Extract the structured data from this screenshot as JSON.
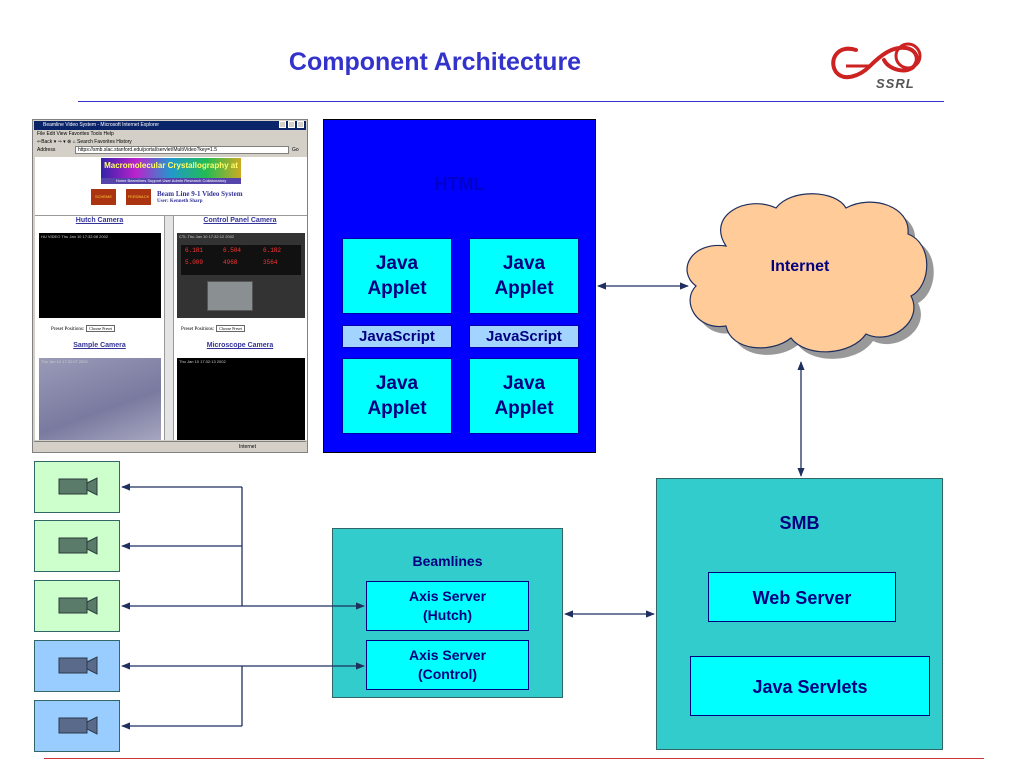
{
  "header": {
    "title": "Component Architecture",
    "logo_text": "SSRL"
  },
  "browser": {
    "window_title": "Beamline Video System - Microsoft Internet Explorer",
    "menu": "File  Edit  View  Favorites  Tools  Help",
    "toolbar": "⇐Back ▾ ⇒ ▾ ⊗ ⌂  Search  Favorites  History",
    "address_label": "Address",
    "address": "https://smb.slac.stanford.edu/portal/servlet/MultiVideo?key=1.5",
    "go_label": "Go",
    "banner": "Macromolecular Crystallography at SSRL",
    "nav_links": "Home  Beamlines  Support  User Admin  Research  Collaboratory",
    "badge_1": "SCHEME",
    "badge_2": "FEEDBACK",
    "page_heading": "Beam Line 9-1 Video System",
    "page_user": "User: Kenneth Sharp",
    "cameras": [
      {
        "title": "Hutch Camera",
        "stamp": "HU VIDEO  Thu Jan 10 17:32:08 2002"
      },
      {
        "title": "Control Panel Camera",
        "stamp": "CTL  Thu Jan 10 17:32:12 2002"
      },
      {
        "title": "Sample Camera",
        "stamp": "Thu Jan 10 17:32:07 2002"
      },
      {
        "title": "Microscope Camera",
        "stamp": "Thu Jan 10 17:32:13 2002"
      }
    ],
    "preset_label": "Preset Positions:",
    "preset_value": "Choose Preset",
    "status_text": "Internet",
    "panel_readouts": [
      "6.181",
      "6.504",
      "6.182",
      "5.009",
      "4968",
      "3564"
    ]
  },
  "html_block": {
    "label": "HTML",
    "applet_label": "Java Applet",
    "js_label": "JavaScript"
  },
  "internet": {
    "label": "Internet"
  },
  "beamlines": {
    "label": "Beamlines",
    "servers": [
      {
        "line1": "Axis Server",
        "line2": "(Hutch)"
      },
      {
        "line1": "Axis Server",
        "line2": "(Control)"
      }
    ]
  },
  "smb": {
    "label": "SMB",
    "web_server": "Web Server",
    "servlets": "Java Servlets"
  },
  "colors": {
    "title": "#3333cc",
    "html_block": "#0000ff",
    "applet": "#00ffff",
    "javascript": "#a3d4ff",
    "teal_box": "#33cccc",
    "cloud": "#ffcc99",
    "camera_hutch": "#ccffcc",
    "camera_control": "#99ccff",
    "connector": "#1f2f5f"
  }
}
